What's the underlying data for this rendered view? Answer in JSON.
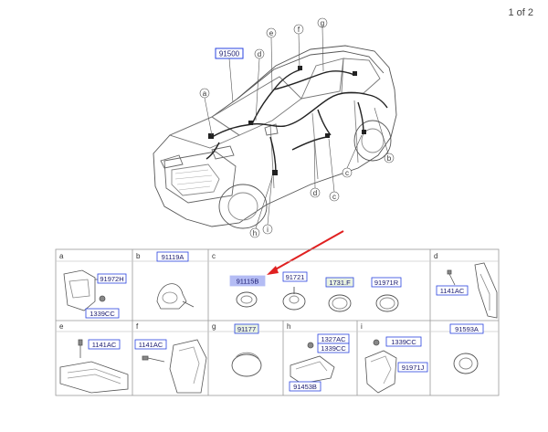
{
  "page_number": "1 of 2",
  "main_diagram": {
    "part_code": "91500",
    "callouts": [
      "a",
      "b",
      "c",
      "d",
      "e",
      "f",
      "g",
      "h",
      "i"
    ]
  },
  "highlight_color": "#e02020",
  "code_box_color": "#2a43e0",
  "cells": {
    "a": {
      "letter": "a",
      "codes": [
        "91972H",
        "1339CC"
      ]
    },
    "b": {
      "letter": "b",
      "codes": [
        "91119A"
      ]
    },
    "c": {
      "letter": "c",
      "codes": [
        "91115B",
        "91721",
        "1731.F",
        "91971R"
      ]
    },
    "d": {
      "letter": "d",
      "codes": [
        "1141AC"
      ]
    },
    "e": {
      "letter": "e",
      "codes": [
        "1141AC"
      ]
    },
    "f": {
      "letter": "f",
      "codes": [
        "1141AC"
      ]
    },
    "g": {
      "letter": "g",
      "codes": [
        "91177"
      ]
    },
    "h": {
      "letter": "h",
      "codes": [
        "1327AC",
        "1339CC",
        "91453B"
      ]
    },
    "i": {
      "letter": "i",
      "codes": [
        "1339CC",
        "91971J"
      ]
    },
    "extra": {
      "codes": [
        "91593A"
      ]
    }
  }
}
